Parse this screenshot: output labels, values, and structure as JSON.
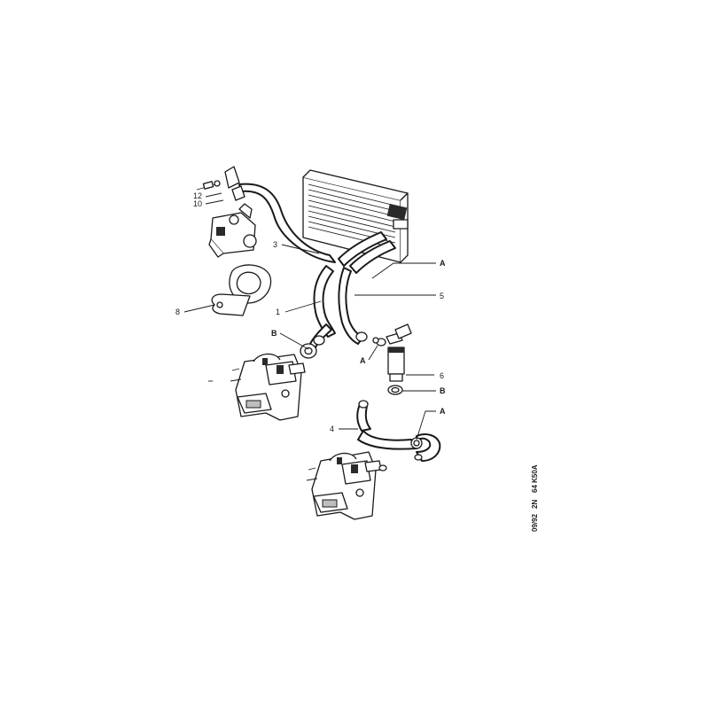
{
  "callouts": {
    "c1": "1",
    "c3": "3",
    "c4": "4",
    "c5": "5",
    "c6": "6",
    "c8": "8",
    "c10": "10",
    "c12": "12",
    "cA1": "A",
    "cA2": "A",
    "cA3": "A",
    "cB1": "B",
    "cB2": "B"
  },
  "reference": {
    "date": "09/92",
    "code": "2N",
    "sheet": "64 K50A"
  },
  "colors": {
    "ink": "#1a1a1a",
    "paper": "#ffffff",
    "metal": "#bdbdbd"
  }
}
